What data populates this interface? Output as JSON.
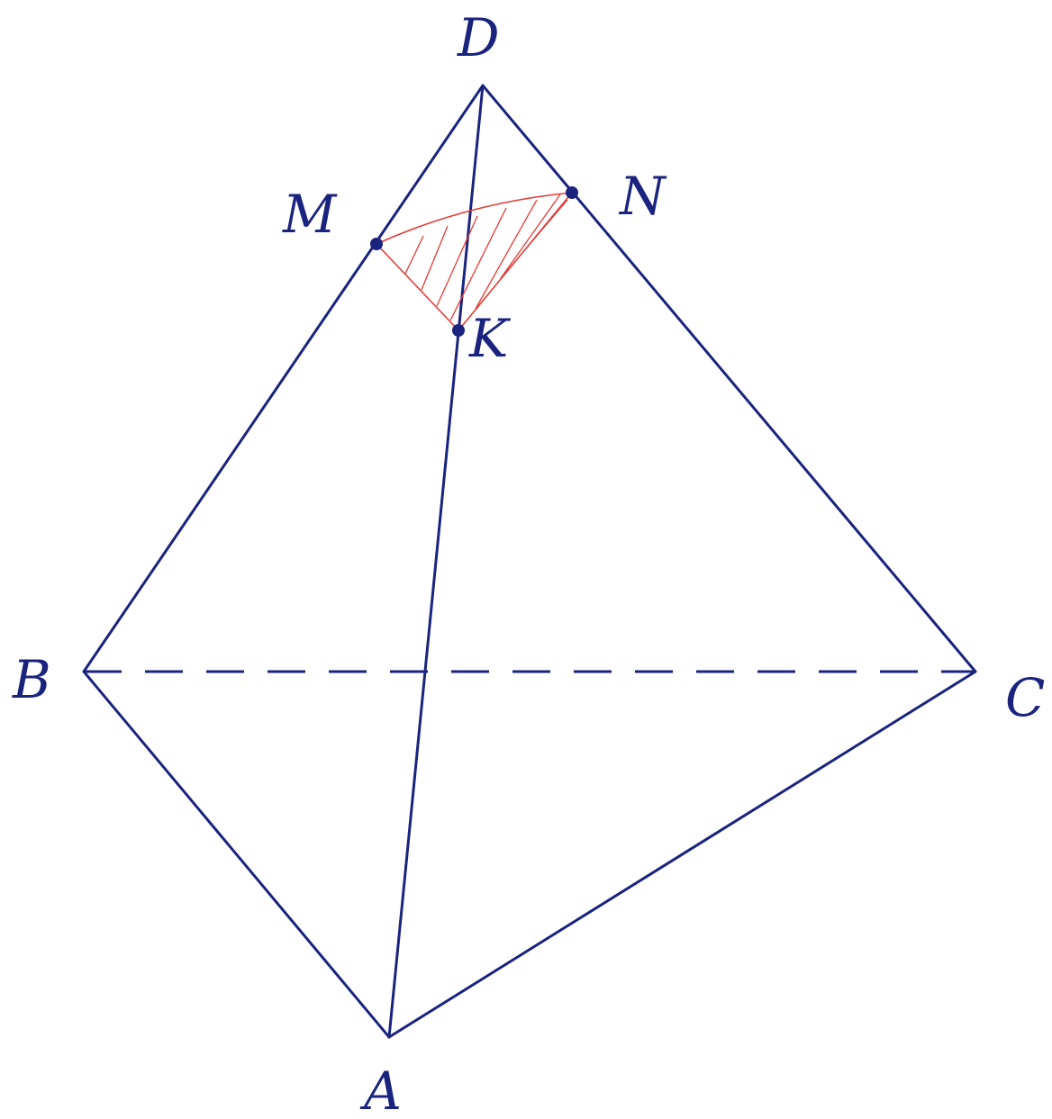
{
  "colors": {
    "edge": "#1a237e",
    "section": "#e53935",
    "point": "#1a237e"
  },
  "labels": {
    "A": "A",
    "B": "B",
    "C": "C",
    "D": "D",
    "M": "M",
    "N": "N",
    "K": "K"
  }
}
